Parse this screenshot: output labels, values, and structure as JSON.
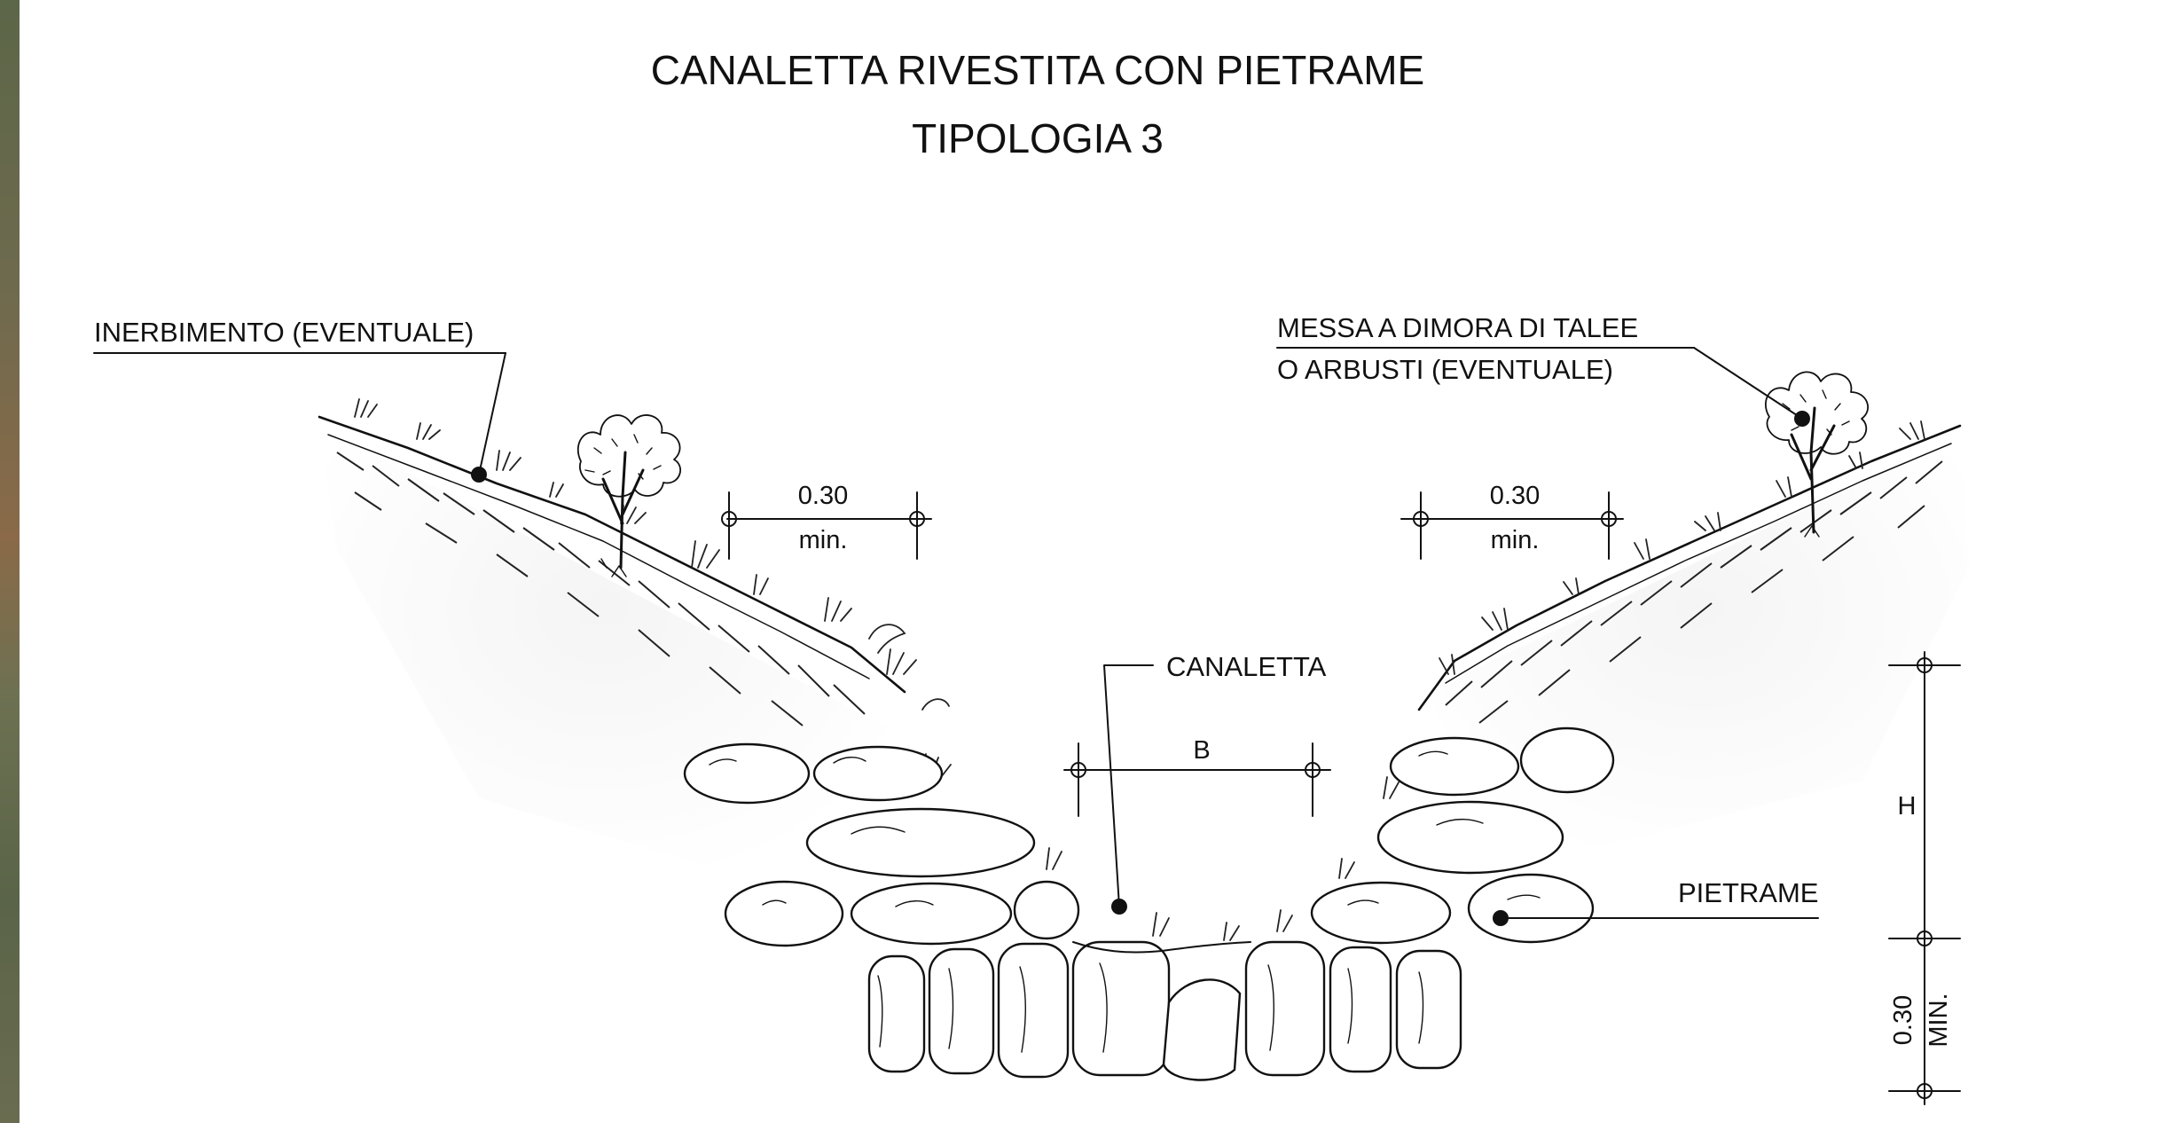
{
  "title": {
    "line1": "CANALETTA RIVESTITA CON PIETRAME",
    "line2": "TIPOLOGIA 3"
  },
  "labels": {
    "inerbimento": "INERBIMENTO (EVENTUALE)",
    "messa_line1": "MESSA A DIMORA DI TALEE",
    "messa_line2": "O ARBUSTI (EVENTUALE)",
    "canaletta": "CANALETTA",
    "pietrame": "PIETRAME"
  },
  "dimensions": {
    "left_berm_value": "0.30",
    "left_berm_note": "min.",
    "right_berm_value": "0.30",
    "right_berm_note": "min.",
    "bottom_width": "B",
    "height": "H",
    "foundation_value": "0.30",
    "foundation_note": "MIN."
  },
  "colors": {
    "ink": "#111111",
    "background": "#ffffff"
  }
}
